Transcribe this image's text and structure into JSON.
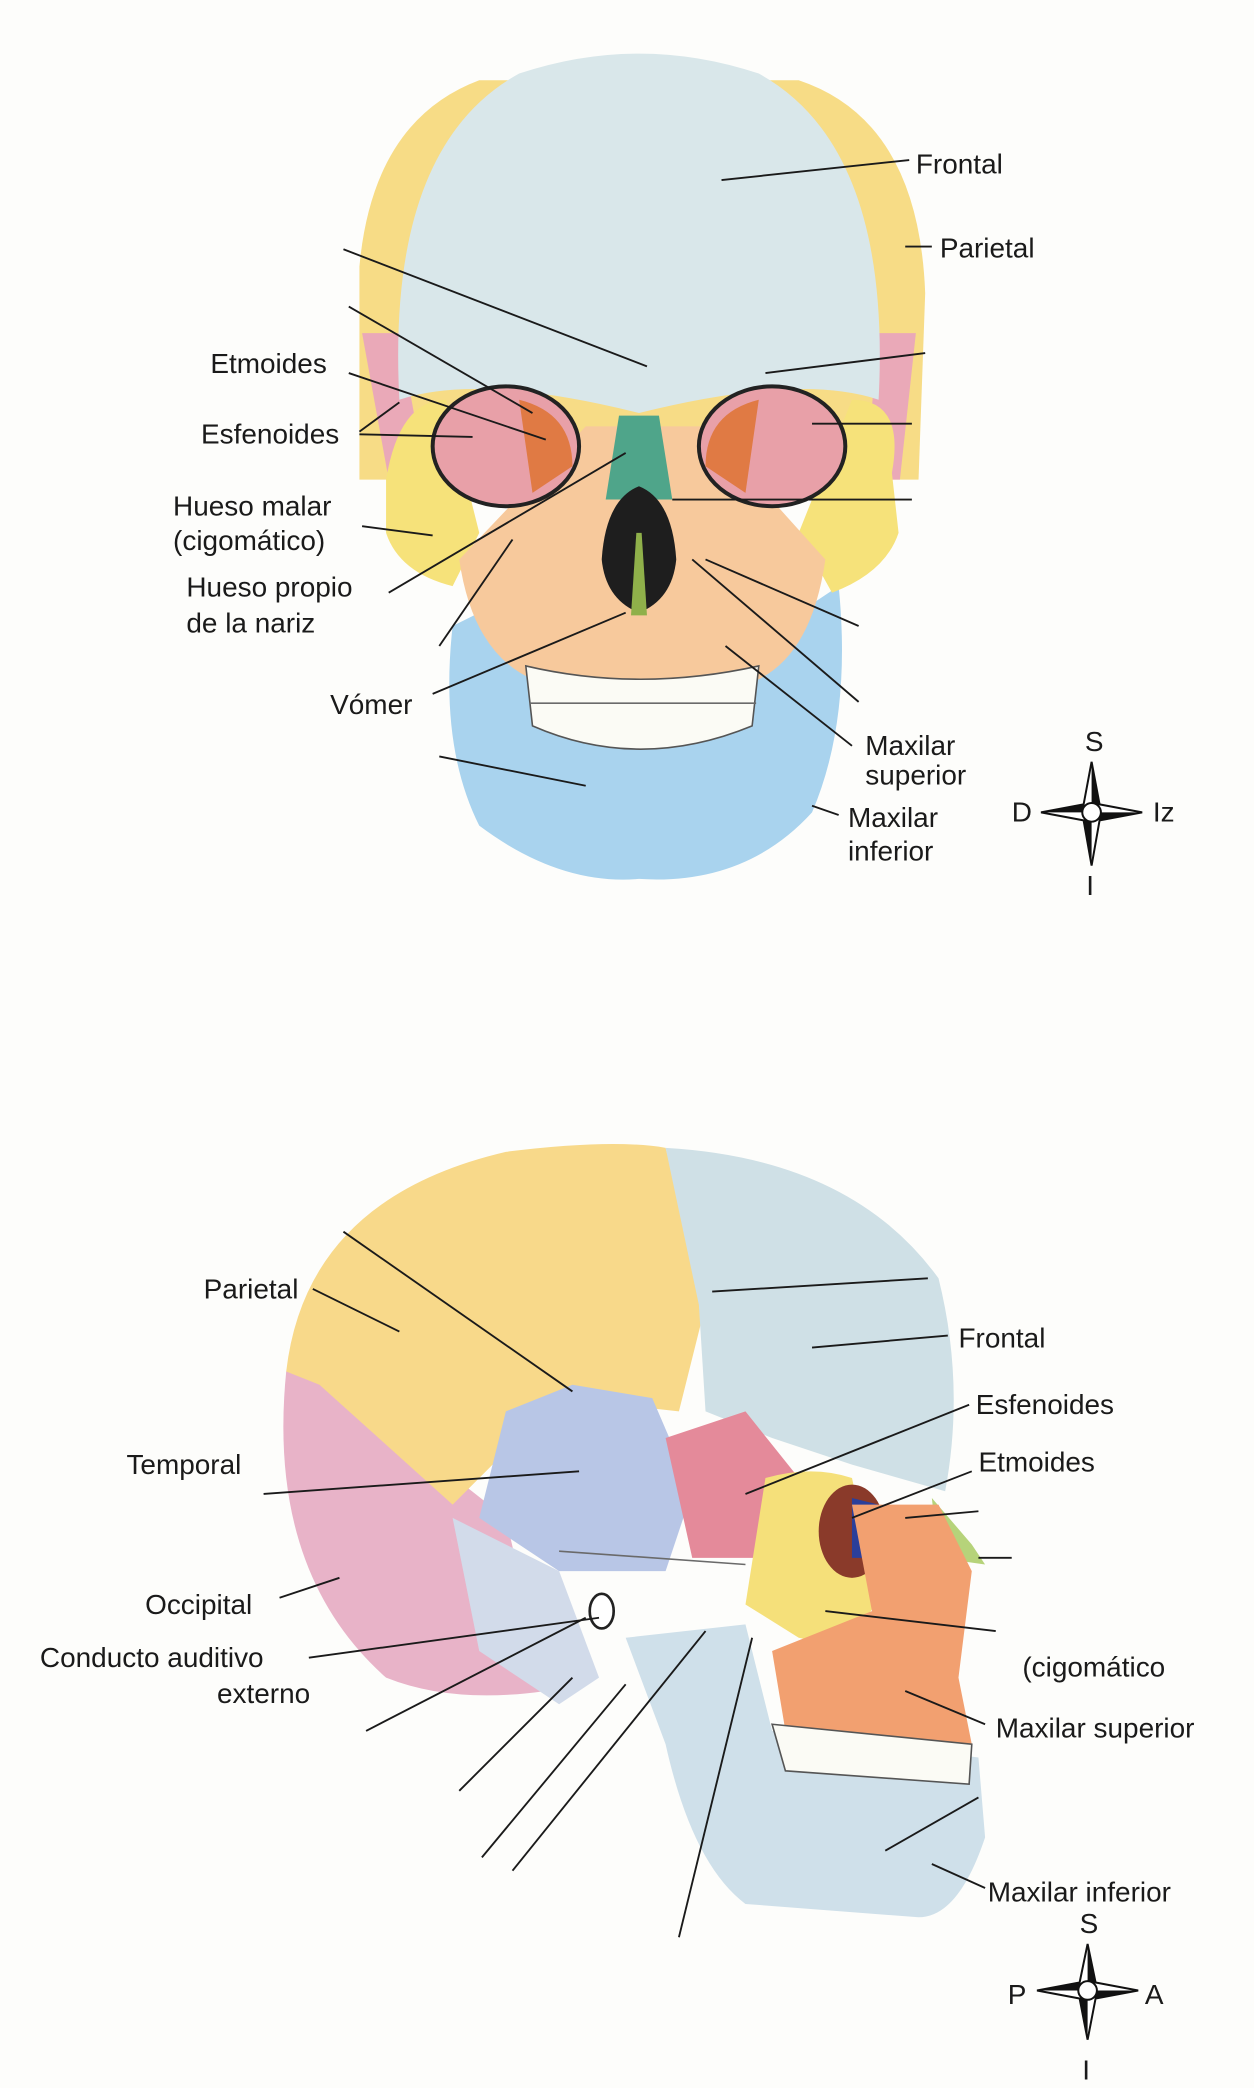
{
  "frontal_view": {
    "labels": {
      "frontal": "Frontal",
      "parietal": "Parietal",
      "etmoides": "Etmoides",
      "esfenoides": "Esfenoides",
      "malar_1": "Hueso malar",
      "malar_2": "(cigomático)",
      "nasal_1": "Hueso propio",
      "nasal_2": "de la nariz",
      "vomer": "Vómer",
      "maxsup_1": "Maxilar",
      "maxsup_2": "superior",
      "maxinf_1": "Maxilar",
      "maxinf_2": "inferior"
    },
    "compass": {
      "top": "S",
      "left": "D",
      "right": "Iz",
      "bottom": "I"
    }
  },
  "lateral_view": {
    "labels": {
      "parietal": "Parietal",
      "frontal": "Frontal",
      "esfenoides": "Esfenoides",
      "etmoides": "Etmoides",
      "temporal": "Temporal",
      "occipital": "Occipital",
      "conducto_1": "Conducto auditivo",
      "conducto_2": "externo",
      "cigomatico": "(cigomático",
      "maxsup": "Maxilar superior",
      "maxinf": "Maxilar inferior"
    },
    "compass": {
      "top": "S",
      "left": "P",
      "right": "A",
      "bottom": "I"
    }
  },
  "colors": {
    "frontal_bone": "#d9e7ea",
    "parietal_bone": "#f7dc86",
    "temporal_bone": "#eaa9b8",
    "sphenoid": "#e89aa6",
    "zygomatic": "#f6e27a",
    "maxilla": "#f7c99c",
    "mandible": "#a9d3ee",
    "nasal": "#4fa58a"
  }
}
